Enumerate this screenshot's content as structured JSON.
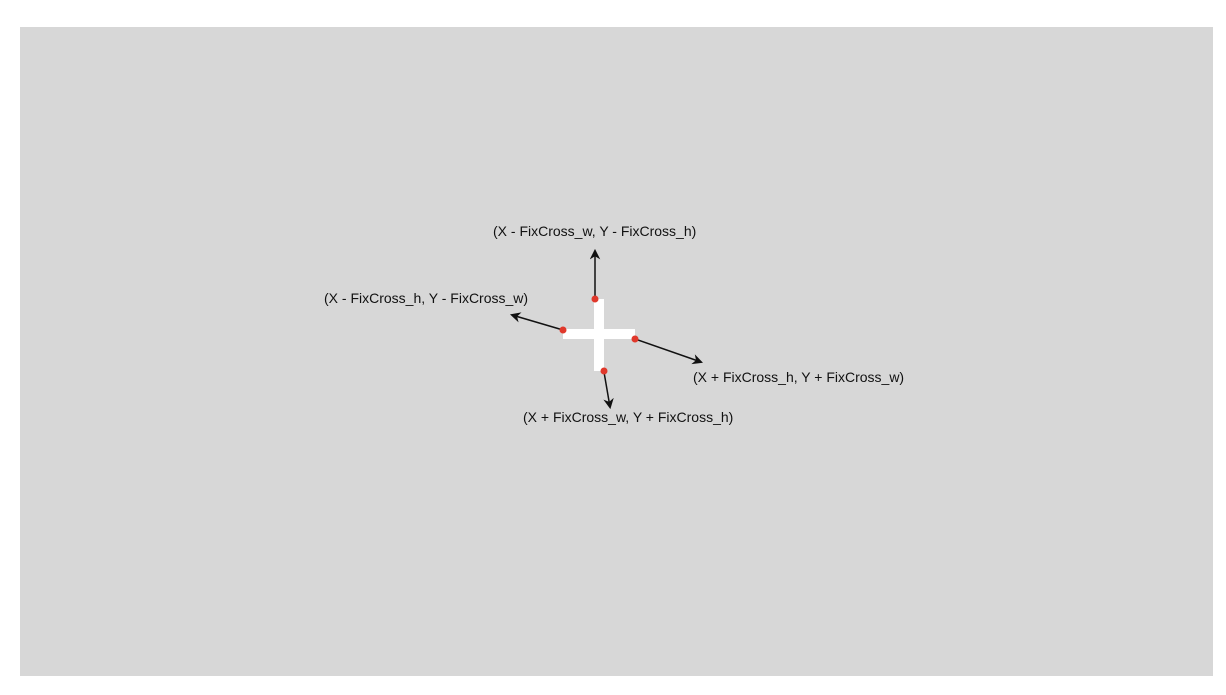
{
  "labels": {
    "top": "(X - FixCross_w, Y - FixCross_h)",
    "left": "(X - FixCross_h, Y - FixCross_w)",
    "right": "(X + FixCross_h, Y + FixCross_w)",
    "bottom": "(X + FixCross_w, Y + FixCross_h)"
  },
  "colors": {
    "background": "#d7d7d7",
    "cross": "#ffffff",
    "point": "#e0382b",
    "arrow": "#111111"
  }
}
